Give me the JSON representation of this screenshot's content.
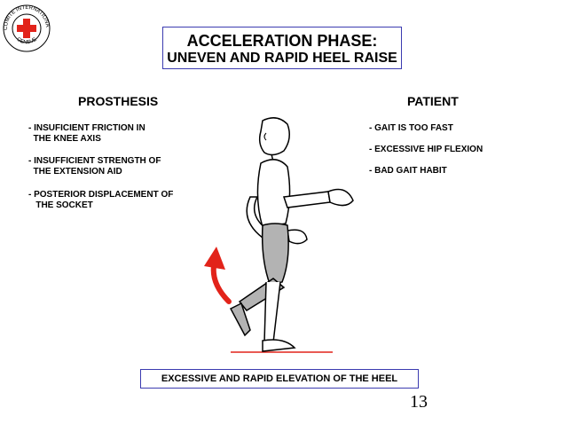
{
  "logo": {
    "text_top": "COMITE INTERNATIONAL",
    "text_bottom": "GENEVE",
    "colors": {
      "cross": "#e2231a",
      "ring": "#000000"
    }
  },
  "title": {
    "line1": "ACCELERATION PHASE:",
    "line2": "UNEVEN AND RAPID HEEL RAISE",
    "border_color": "#3b3bb0"
  },
  "prosthesis": {
    "heading": "PROSTHESIS",
    "items": [
      "- INSUFICIENT FRICTION IN\n  THE KNEE AXIS",
      "- INSUFFICIENT STRENGTH OF\n  THE EXTENSION AID",
      "- POSTERIOR DISPLACEMENT OF\n   THE SOCKET"
    ]
  },
  "patient": {
    "heading": "PATIENT",
    "items": [
      "- GAIT IS TOO FAST",
      "- EXCESSIVE HIP FLEXION",
      "- BAD GAIT HABIT"
    ]
  },
  "figure": {
    "icon": "walking-person-with-prosthesis",
    "colors": {
      "arrow": "#e2231a",
      "prosthesis": "#b3b3b3",
      "ground": "#e2231a"
    }
  },
  "caption": "EXCESSIVE AND RAPID ELEVATION OF THE HEEL",
  "page_number": "13"
}
